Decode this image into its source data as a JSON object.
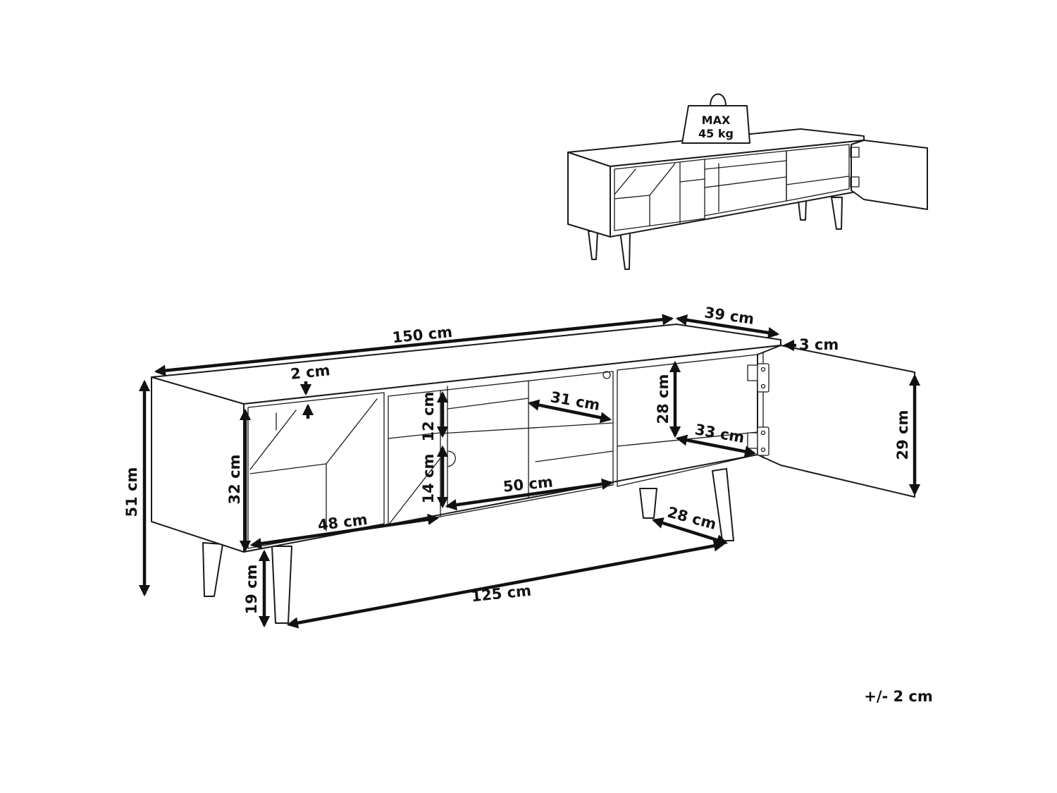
{
  "weight_badge": {
    "line1": "MAX",
    "line2": "45 kg"
  },
  "dimensions": {
    "width": "150 cm",
    "depth": "39 cm",
    "door_thickness": "3 cm",
    "top_thickness": "2 cm",
    "total_height": "51 cm",
    "body_height": "32 cm",
    "left_compartment_width": "48 cm",
    "upper_shelf_height": "12 cm",
    "lower_shelf_height": "14 cm",
    "shelf_depth": "31 cm",
    "middle_compartment_width": "50 cm",
    "right_compartment_height": "28 cm",
    "right_compartment_width": "33 cm",
    "door_height": "29 cm",
    "leg_depth_spacing": "28 cm",
    "leg_height": "19 cm",
    "leg_width_spacing": "125 cm"
  },
  "tolerance": "+/- 2 cm"
}
